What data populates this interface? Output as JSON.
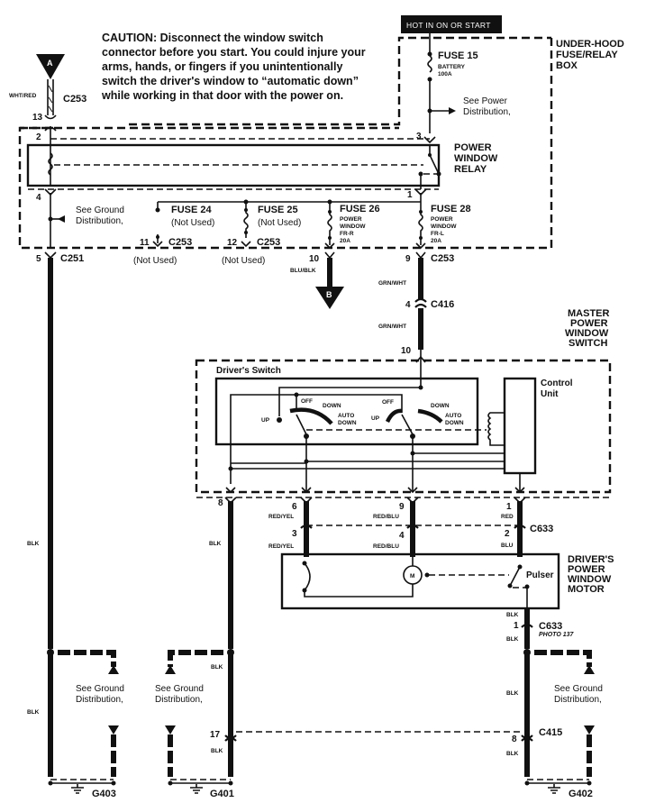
{
  "caution": {
    "lines": [
      "CAUTION: Disconnect the window switch",
      "connector before you start. You could injure your",
      "arms, hands, or fingers if you unintentionally",
      "switch the driver's window to “automatic down”",
      "while working in that door with the power on."
    ]
  },
  "hot_label": "HOT IN ON OR START",
  "components": {
    "underhood_box": [
      "UNDER-HOOD",
      "FUSE/RELAY",
      "BOX"
    ],
    "relay": [
      "POWER",
      "WINDOW",
      "RELAY"
    ],
    "master_switch": [
      "MASTER",
      "POWER",
      "WINDOW",
      "SWITCH"
    ],
    "driver_switch": "Driver's Switch",
    "control_unit": [
      "Control",
      "Unit"
    ],
    "motor": [
      "DRIVER'S",
      "POWER",
      "WINDOW",
      "MOTOR"
    ],
    "pulser": "Pulser",
    "motor_symbol": "M"
  },
  "fuses": {
    "fuse15": {
      "name": "FUSE 15",
      "desc": [
        "BATTERY",
        "100A"
      ]
    },
    "fuse24": {
      "name": "FUSE 24",
      "desc": "(Not Used)"
    },
    "fuse25": {
      "name": "FUSE 25",
      "desc": "(Not  Used)"
    },
    "fuse26": {
      "name": "FUSE 26",
      "desc": [
        "POWER",
        "WINDOW",
        "FR-R",
        "20A"
      ]
    },
    "fuse28": {
      "name": "FUSE 28",
      "desc": [
        "POWER",
        "WINDOW",
        "FR-L",
        "20A"
      ]
    }
  },
  "references": {
    "power_dist": [
      "See Power",
      "Distribution,"
    ],
    "ground_dist": [
      "See Ground",
      "Distribution,"
    ]
  },
  "connectors": {
    "c253": "C253",
    "c251": "C251",
    "c416": "C416",
    "c633": "C633",
    "c633_photo": "PHOTO 137",
    "c415": "C415",
    "not_used": "(Not Used)"
  },
  "pins": {
    "p13": "13",
    "p2": "2",
    "p3": "3",
    "p4": "4",
    "p1": "1",
    "p5": "5",
    "p11": "11",
    "p12": "12",
    "p10": "10",
    "p9": "9",
    "c416_pin": "4",
    "msw_in": "10",
    "msw8": "8",
    "msw6": "6",
    "msw9": "9",
    "msw1": "1",
    "mot3": "3",
    "mot4": "4",
    "mot2": "2",
    "g_c633": "1",
    "c415_17": "17",
    "c415_8": "8"
  },
  "wires": {
    "wht_red": "WHT/RED",
    "blu_blk": "BLU/BLK",
    "grn_wht": "GRN/WHT",
    "red_yel": "RED/YEL",
    "red_blu": "RED/BLU",
    "red": "RED",
    "blu": "BLU",
    "blk": "BLK"
  },
  "switch_positions": {
    "up": "UP",
    "off": "OFF",
    "down": "DOWN",
    "auto": "AUTO",
    "auto_down": "DOWN"
  },
  "offpage": {
    "a": "A",
    "b": "B"
  },
  "grounds": {
    "g403": "G403",
    "g401": "G401",
    "g402": "G402"
  }
}
